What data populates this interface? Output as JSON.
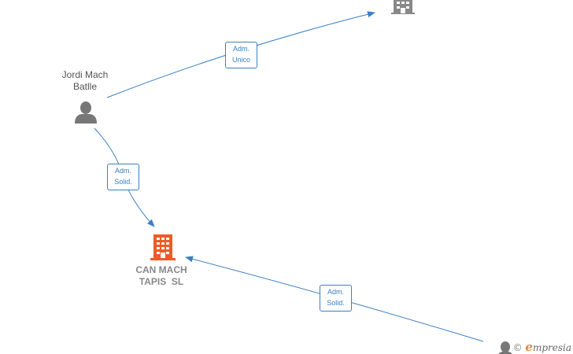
{
  "nodes": {
    "person_jordi": {
      "label_line1": "Jordi Mach",
      "label_line2": "Batlle"
    },
    "company_main": {
      "label_line1": "CAN MACH",
      "label_line2": "TAPIS  SL"
    }
  },
  "edges": {
    "e1": {
      "line1": "Adm.",
      "line2": "Unico"
    },
    "e2": {
      "line1": "Adm.",
      "line2": "Solid."
    },
    "e3": {
      "line1": "Adm.",
      "line2": "Solid."
    }
  },
  "watermark": {
    "copyright": "©",
    "brand_initial": "e",
    "brand_rest": "mpresia"
  },
  "colors": {
    "edge": "#3b7fc4",
    "person_icon": "#777777",
    "company_main": "#f05a28",
    "company_other": "#888888"
  }
}
